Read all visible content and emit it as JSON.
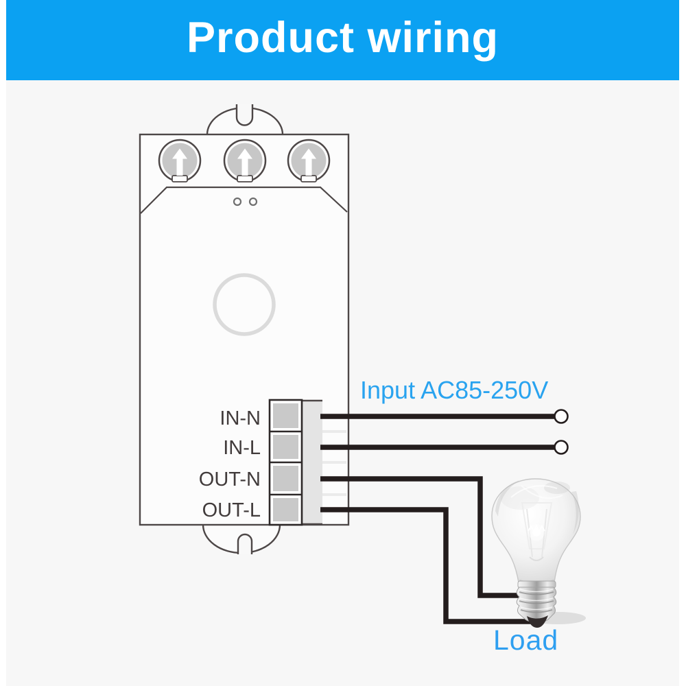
{
  "header": {
    "title": "Product wiring"
  },
  "colors": {
    "header_bg": "#0ba1f2",
    "header_text": "#ffffff",
    "canvas_bg": "#f7f7f7",
    "outline": "#4d4747",
    "wire": "#241d1d",
    "accent_blue": "#29a3ef",
    "terminal_gray": "#c9c9c9",
    "knob_gray": "#c7c7c7"
  },
  "diagram": {
    "terminal_labels": [
      "IN-N",
      "IN-L",
      "OUT-N",
      "OUT-L"
    ],
    "input_label": "Input AC85-250V",
    "load_label": "Load",
    "icons": [
      "up-arrow-icon",
      "light-bulb",
      "input-terminal-circle"
    ]
  }
}
